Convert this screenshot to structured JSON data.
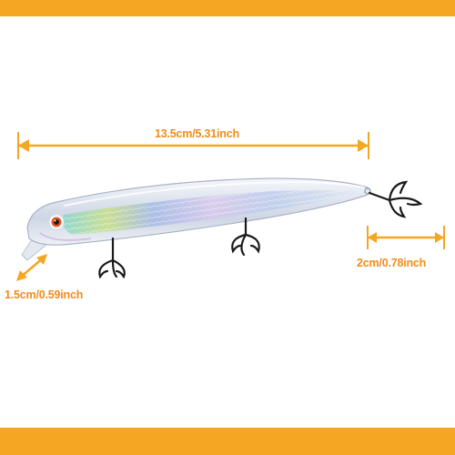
{
  "colors": {
    "accent": "#f5a623",
    "label_text": "#f08c1a",
    "hook": "#1a1a1a",
    "eye_ring": "#e8541c",
    "lure_body": "#dfe4ee"
  },
  "measurements": {
    "length": "13.5cm/5.31inch",
    "hook_gap": "2cm/0.78inch",
    "lip": "1.5cm/0.59inch"
  }
}
